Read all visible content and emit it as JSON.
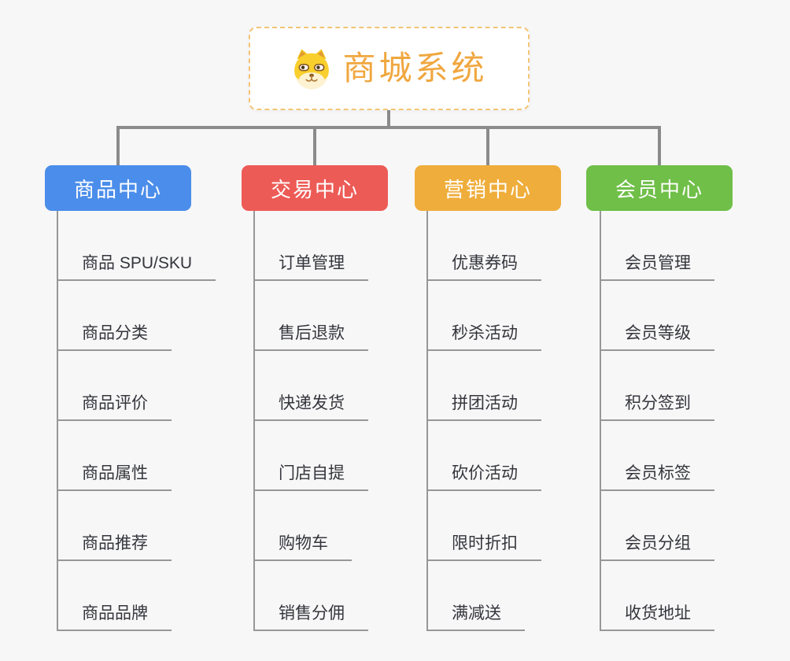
{
  "root": {
    "title": "商城系统",
    "icon": "dog-face-icon",
    "text_color": "#f0a73f",
    "border_color": "#f3c577"
  },
  "branches": [
    {
      "label": "商品中心",
      "color": "#4b8dea",
      "children": [
        "商品 SPU/SKU",
        "商品分类",
        "商品评价",
        "商品属性",
        "商品推荐",
        "商品品牌"
      ]
    },
    {
      "label": "交易中心",
      "color": "#ed5b56",
      "children": [
        "订单管理",
        "售后退款",
        "快递发货",
        "门店自提",
        "购物车",
        "销售分佣"
      ]
    },
    {
      "label": "营销中心",
      "color": "#efad3b",
      "children": [
        "优惠券码",
        "秒杀活动",
        "拼团活动",
        "砍价活动",
        "限时折扣",
        "满减送"
      ]
    },
    {
      "label": "会员中心",
      "color": "#6fbf48",
      "children": [
        "会员管理",
        "会员等级",
        "积分签到",
        "会员标签",
        "会员分组",
        "收货地址"
      ]
    }
  ],
  "lines": {
    "connector_color": "#8b8b8b",
    "underline_color": "#979797"
  },
  "background_color": "#f7f7f8"
}
